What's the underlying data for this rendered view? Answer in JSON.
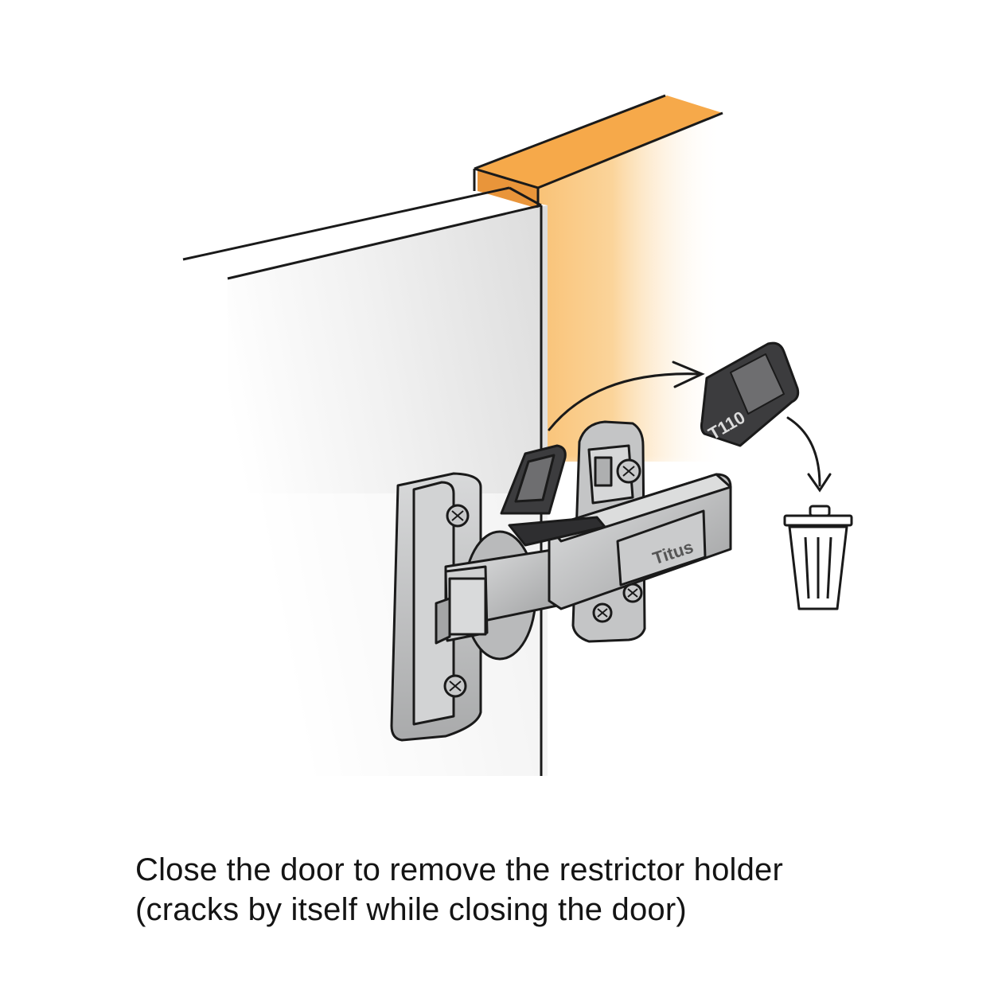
{
  "caption": {
    "line1": "Close the door to remove the restrictor holder",
    "line2": "(cracks by itself while closing the door)"
  },
  "hinge": {
    "brand": "Titus"
  },
  "restrictor": {
    "label": "T110"
  },
  "colors": {
    "cabinet_side": "#f7b45a",
    "door": "#e4e4e4",
    "hinge_metal": "#bfc0c1",
    "restrictor": "#3c3c3e",
    "outline": "#1a1a1a"
  }
}
